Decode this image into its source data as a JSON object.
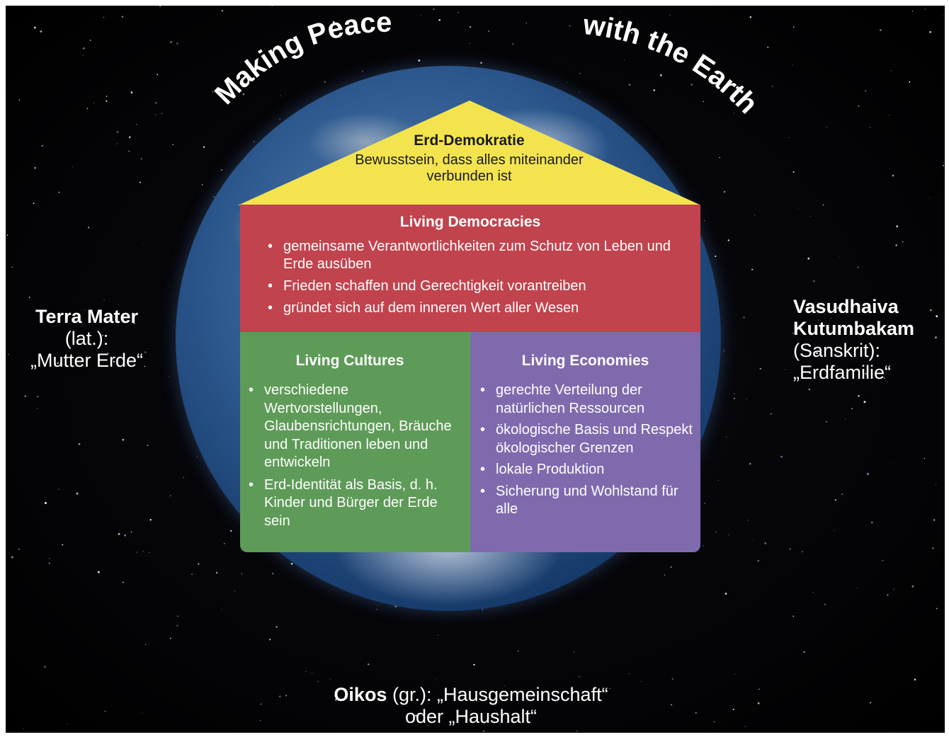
{
  "header": {
    "arc_left": "Making Peace",
    "arc_right": "with the Earth"
  },
  "roof": {
    "title": "Erd-Demokratie",
    "body": "Bewusstsein, dass alles miteinander verbunden ist",
    "color": "#f3e44f"
  },
  "living_democracies": {
    "title": "Living Democracies",
    "color": "#c1434d",
    "items": [
      "gemeinsame Verantwortlichkeiten zum Schutz von Leben und Erde ausüben",
      "Frieden schaffen und Gerechtigkeit vorantreiben",
      "gründet sich auf dem inneren Wert aller Wesen"
    ]
  },
  "living_cultures": {
    "title": "Living Cultures",
    "color": "#5e9b58",
    "items": [
      "verschiedene Wertvorstellungen, Glaubensrichtungen, Bräuche und Traditionen leben und entwickeln",
      "Erd-Identität als Basis, d. h. Kinder und Bürger der Erde sein"
    ]
  },
  "living_economies": {
    "title": "Living Economies",
    "color": "#7f6aae",
    "items": [
      "gerechte Verteilung der natürlichen Ressourcen",
      "ökologische Basis und Respekt ökologischer Grenzen",
      "lokale Produktion",
      "Sicherung und Wohlstand für alle"
    ]
  },
  "left_label": {
    "term": "Terra Mater",
    "lang": " (lat.):",
    "meaning": "„Mutter Erde“"
  },
  "right_label": {
    "term_line1": "Vasudhaiva",
    "term_line2": "Kutumbakam",
    "lang": "(Sanskrit):",
    "meaning": "„Erdfamilie“"
  },
  "bottom_label": {
    "term": "Oikos",
    "lang": " (gr.): ",
    "meaning1": "„Hausgemeinschaft“",
    "meaning2": "oder „Haushalt“"
  }
}
